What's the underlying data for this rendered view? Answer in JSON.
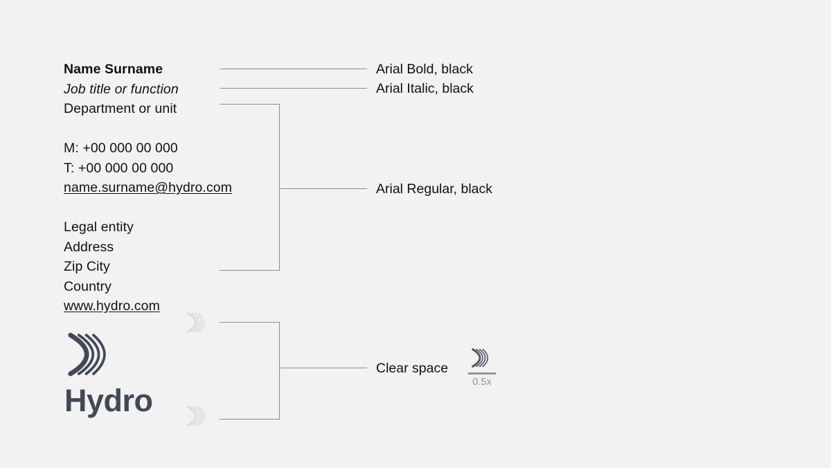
{
  "page": {
    "background_color": "#f2f2f2",
    "line_color": "#7e909d",
    "text_color": "#111111",
    "logo_color": "#414a54",
    "muted_color": "#8d969e"
  },
  "signature": {
    "name": "Name Surname",
    "job_title": "Job title or function",
    "department": "Department or unit",
    "mobile": "M: +00 000 00 000",
    "telephone": "T: +00 000 00 000",
    "email": "name.surname@hydro.com",
    "legal_entity": "Legal entity",
    "address": "Address",
    "zip_city": "Zip City",
    "country": "Country",
    "website": "www.hydro.com"
  },
  "annotations": {
    "bold": "Arial Bold, black",
    "italic": "Arial Italic, black",
    "regular": "Arial Regular, black",
    "clear_space": "Clear space"
  },
  "measure": {
    "caption": "0.5x",
    "icon": "hydro-logo-mark"
  },
  "logo": {
    "mark": "hydro-logo-mark",
    "wordmark": "Hydro"
  }
}
